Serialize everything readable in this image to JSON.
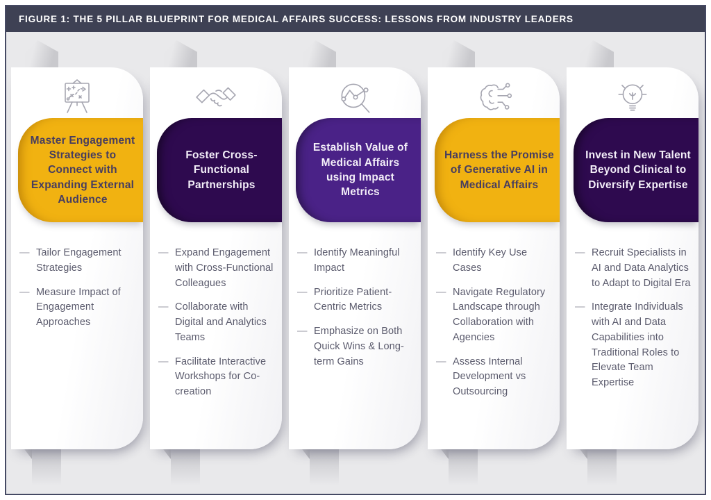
{
  "figure": {
    "title": "FIGURE 1: THE 5 PILLAR BLUEPRINT FOR MEDICAL AFFAIRS SUCCESS: LESSONS FROM INDUSTRY LEADERS"
  },
  "ui": {
    "bullet_marker": "—"
  },
  "colors": {
    "title_bar": "#3E4154",
    "frame_border": "#454963",
    "background": "#E9E9EB",
    "gold": "#F1B211",
    "dark_purple": "#2E0A4F",
    "medium_purple": "#4A2287",
    "header_text_on_gold": "#473D5F",
    "header_text_on_purple": "#F3EEF8",
    "bullet_text": "#5B5B6D",
    "icon_stroke": "#A6A6B1"
  },
  "pillars": [
    {
      "icon": "strategy-board-icon",
      "theme": "gold",
      "title": "Master Engagement Strategies to Connect with Expanding External Audience",
      "bullets": [
        "Tailor Engagement Strategies",
        "Measure Impact of Engagement Approaches"
      ]
    },
    {
      "icon": "handshake-icon",
      "theme": "dark-purple",
      "title": "Foster Cross-Functional Partnerships",
      "bullets": [
        "Expand Engagement with Cross-Functional Colleagues",
        "Collaborate with Digital and Analytics Teams",
        "Facilitate Interactive Workshops for Co-creation"
      ]
    },
    {
      "icon": "magnifier-chart-icon",
      "theme": "medium-purple",
      "title": "Establish Value of Medical Affairs using Impact Metrics",
      "bullets": [
        "Identify Meaningful Impact",
        "Prioritize Patient-Centric Metrics",
        "Emphasize on Both Quick Wins & Long-term Gains"
      ]
    },
    {
      "icon": "ai-brain-icon",
      "theme": "gold",
      "title": "Harness the Promise of Generative AI in Medical Affairs",
      "bullets": [
        "Identify Key Use Cases",
        "Navigate Regulatory Landscape through Collaboration with Agencies",
        "Assess Internal Development vs Outsourcing"
      ]
    },
    {
      "icon": "lightbulb-icon",
      "theme": "dark-purple",
      "title": "Invest in New Talent Beyond Clinical to Diversify Expertise",
      "bullets": [
        "Recruit Specialists in AI and Data Analytics to Adapt to Digital Era",
        "Integrate Individuals with AI and Data Capabilities into Traditional Roles to Elevate Team Expertise"
      ]
    }
  ]
}
